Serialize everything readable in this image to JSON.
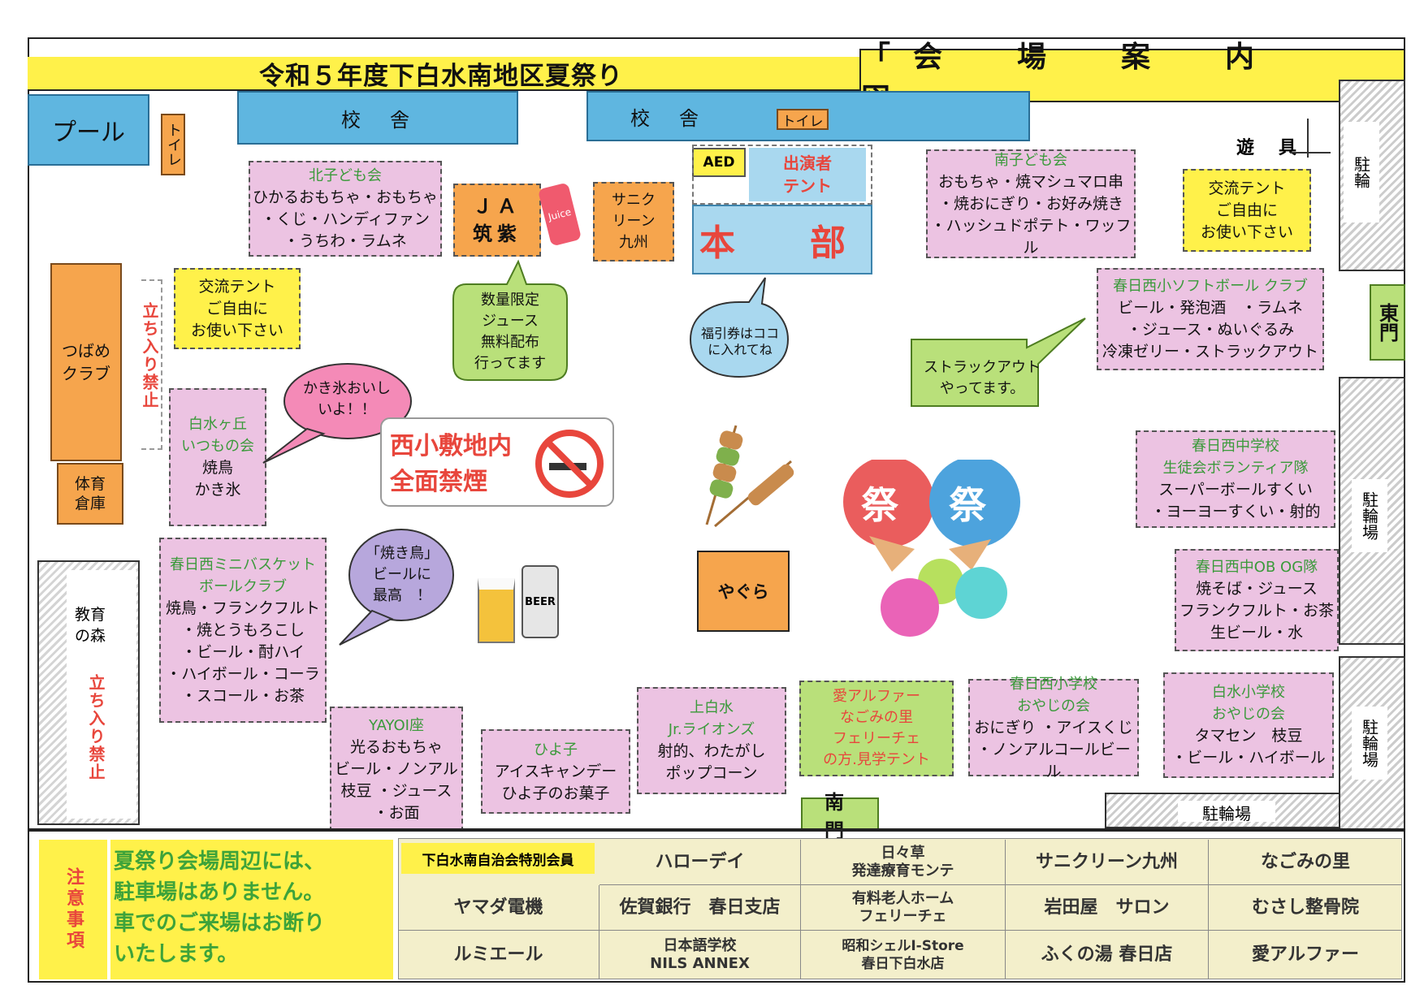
{
  "header": {
    "title": "令和５年度下白水南地区夏祭り",
    "map_title": "「会　場　案　内　図」"
  },
  "buildings": {
    "pool": "プール",
    "toilet_1": "トイレ",
    "school_1": "校　舎",
    "school_2": "校　舎",
    "toilet_2": "トイレ",
    "aed": "AED",
    "performer_tent": "出演者\nテント",
    "hq": "本　部",
    "playground": "遊　具",
    "tsubame_club": "つばめ\nクラブ",
    "gym_storage": "体育\n倉庫",
    "forest": "教育\nの森",
    "no_entry_1": "立ち入り禁止",
    "no_entry_2": "立ち入り禁止",
    "yagura": "やぐら",
    "south_gate": "南　門",
    "east_gate": "東門",
    "bike_parking_top": "駐輪",
    "bike_parking_mid": "駐輪場",
    "bike_parking_low": "駐輪場",
    "bike_parking_bottom": "駐輪場"
  },
  "stalls": {
    "kita_kodomo": {
      "name": "北子ども会",
      "items": [
        "ひかるおもちゃ・おもちゃ",
        "・くじ・ハンディファン",
        "・うちわ・ラムネ"
      ]
    },
    "ja": {
      "name": "ＪＡ\n筑紫"
    },
    "sanikleen": {
      "name": "サニク\nリーン\n九州"
    },
    "minami_kodomo": {
      "name": "南子ども会",
      "items": [
        "おもちゃ・焼マシュマロ串",
        "・焼おにぎり・お好み焼き",
        "・ハッシュドポテト・ワッフル"
      ]
    },
    "softball": {
      "name": "春日西小ソフトボール クラブ",
      "items": [
        "ビール・発泡酒　・ラムネ",
        "・ジュース・ぬいぐるみ",
        "冷凍ゼリー・ストラックアウト"
      ]
    },
    "shiramizu": {
      "name": "白水ヶ丘\nいつもの会",
      "items": [
        "焼鳥",
        "かき氷"
      ]
    },
    "minibasket": {
      "name": "春日西ミニバスケット\nボールクラブ",
      "items": [
        "焼鳥・フランクフルト",
        "・焼とうもろこし",
        "・ビール・酎ハイ",
        "・ハイボール・コーラ",
        "・スコール・お茶"
      ]
    },
    "yayoi": {
      "name": "YAYOI座",
      "items": [
        "光るおもちゃ",
        "ビール・ノンアル",
        "枝豆 ・ジュース",
        "・お面"
      ]
    },
    "hiyoko": {
      "name": "ひよ子",
      "items": [
        "アイスキャンデー",
        "ひよ子のお菓子"
      ]
    },
    "kamishiramizu": {
      "name": "上白水\nJr.ライオンズ",
      "items": [
        "射的、わたがし",
        "ポップコーン"
      ]
    },
    "ai_alpha": {
      "name": "愛アルファー\nなごみの里\nフェリーチェ\nの方.見学テント"
    },
    "nishisho_oyaji": {
      "name": "春日西小学校\nおやじの会",
      "items": [
        "おにぎり ・アイスくじ",
        "・ノンアルコールビール"
      ]
    },
    "shiramizu_oyaji": {
      "name": "白水小学校\nおやじの会",
      "items": [
        "タマセン　枝豆",
        "・ビール・ハイボール"
      ]
    },
    "nishichu_volunteer": {
      "name": "春日西中学校\n生徒会ボランティア隊",
      "items": [
        "スーパーボールすくい",
        "・ヨーヨーすくい・射的"
      ]
    },
    "nishichu_obog": {
      "name": "春日西中OB OG隊",
      "items": [
        "焼そば・ジュース",
        "フランクフルト・お茶",
        "生ビール・水"
      ]
    }
  },
  "exchange_tents": {
    "left": [
      "交流テント",
      "ご自由に",
      "お使い下さい"
    ],
    "right": [
      "交流テント",
      "ご自由に",
      "お使い下さい"
    ]
  },
  "bubbles": {
    "juice": [
      "数量限定",
      "ジュース",
      "無料配布",
      "行ってます"
    ],
    "discount": "福引券はココに入れてね",
    "struck": [
      "ストラックアウト",
      "やってます。"
    ],
    "kakigori": [
      "かき氷おいし",
      "いよ！！"
    ],
    "yakitori": [
      "「焼き鳥」",
      "ビールに",
      "最高　！"
    ]
  },
  "no_smoking": [
    "西小敷地内",
    "全面禁煙"
  ],
  "decor": {
    "juice_can": "Juice",
    "beer_can": "BEER",
    "festival_1": "祭",
    "festival_2": "祭"
  },
  "notice": {
    "label": "注意事項",
    "text": [
      "夏祭り会場周辺には、",
      "駐車場はありません。",
      "車でのご来場はお断り",
      "いたします。"
    ]
  },
  "sponsors": {
    "header": "下白水南自治会特別会員",
    "cells": [
      [
        "ハローデイ",
        "日々草\n発達療育モンテ",
        "サニクリーン九州",
        "なごみの里"
      ],
      [
        "ヤマダ電機",
        "佐賀銀行　春日支店",
        "有料老人ホーム\nフェリーチェ",
        "岩田屋　サロン",
        "むさし整骨院"
      ],
      [
        "ルミエール",
        "日本語学校\nNILS ANNEX",
        "昭和シェルI-Store\n春日下白水店",
        "ふくの湯 春日店",
        "愛アルファー"
      ]
    ]
  },
  "colors": {
    "title_yellow": "#fff14a",
    "building_blue": "#5fb6e0",
    "stall_pink": "#ecc3e2",
    "stall_name_green": "#3b9a3b",
    "hq_red": "#e8463c",
    "notice_green": "#3ea33a"
  }
}
